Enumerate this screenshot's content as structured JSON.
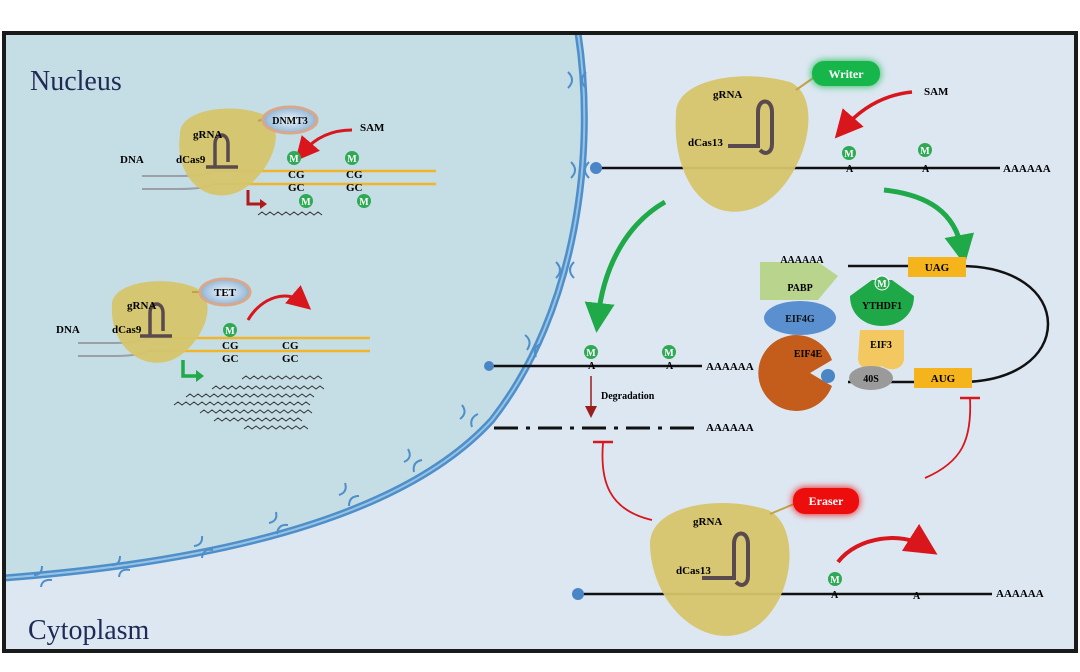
{
  "regions": {
    "nucleus_title": "Nucleus",
    "cytoplasm_title": "Cytoplasm"
  },
  "dna_writer": {
    "dna_label": "DNA",
    "grna_label": "gRNA",
    "dcas_label": "dCas9",
    "enzyme_label": "DNMT3",
    "sam_label": "SAM",
    "methyl_label": "M",
    "top_pair_1": "CG",
    "top_pair_2": "CG",
    "bottom_pair_1": "GC",
    "bottom_pair_2": "GC"
  },
  "dna_eraser": {
    "dna_label": "DNA",
    "grna_label": "gRNA",
    "dcas_label": "dCas9",
    "enzyme_label": "TET",
    "methyl_label": "M",
    "top_pair_1": "CG",
    "top_pair_2": "CG",
    "bottom_pair_1": "GC",
    "bottom_pair_2": "GC"
  },
  "rna_writer": {
    "grna_label": "gRNA",
    "dcas_label": "dCas13",
    "enzyme_label": "Writer",
    "sam_label": "SAM",
    "methyl_label": "M",
    "site_1": "A",
    "site_2": "A",
    "polya": "AAAAAA"
  },
  "degradation": {
    "methyl_label": "M",
    "site_1": "A",
    "site_2": "A",
    "polya_top": "AAAAAA",
    "degradation_label": "Degradation",
    "polya_bottom": "AAAAAA"
  },
  "translation": {
    "polya": "AAAAAA",
    "pabp": "PABP",
    "eif4g": "EIF4G",
    "eif4e": "EIF4E",
    "ythdf1": "YTHDF1",
    "eif3": "EIF3",
    "ribosome": "40S",
    "start_codon": "AUG",
    "stop_codon": "UAG",
    "methyl_label": "M"
  },
  "rna_eraser": {
    "grna_label": "gRNA",
    "dcas_label": "dCas13",
    "enzyme_label": "Eraser",
    "methyl_label": "M",
    "site_1": "A",
    "site_2": "A",
    "polya": "AAAAAA"
  },
  "colors": {
    "cytoplasm_bg": "#dde7f2",
    "nucleus_bg": "#c5dde5",
    "membrane": "#4f8fc9",
    "dcas": "#d6c56a",
    "methyl": "#2eaa55",
    "writer": "#16b64b",
    "eraser": "#ee1111",
    "arrow_red": "#d8161b",
    "arrow_green": "#20a948",
    "dna_strand": "#f0b52a"
  }
}
